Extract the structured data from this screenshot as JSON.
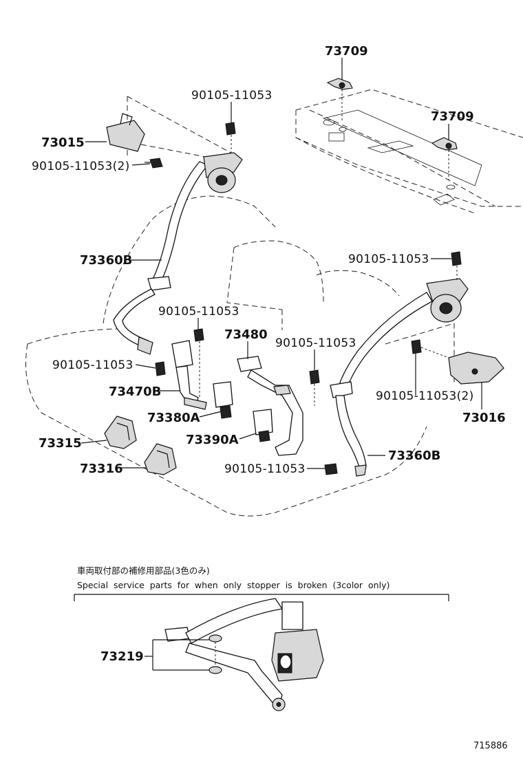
{
  "labels": {
    "p73709_top": "73709",
    "p73709_right": "73709",
    "p90105_top": "90105-11053",
    "p73015": "73015",
    "p90105_2_left": "90105-11053(2)",
    "p73360b_left": "73360B",
    "p90105_right_upper": "90105-11053",
    "p90105_mid_left": "90105-11053",
    "p73480": "73480",
    "p90105_mid_right": "90105-11053",
    "p90105_left_low": "90105-11053",
    "p73470b": "73470B",
    "p90105_2_right": "90105-11053(2)",
    "p73380a": "73380A",
    "p73016": "73016",
    "p73315": "73315",
    "p73390a": "73390A",
    "p73316": "73316",
    "p73360b_right": "73360B",
    "p90105_bottom": "90105-11053",
    "p73219": "73219"
  },
  "note": {
    "japanese": "車両取付部の補修用部品(3色のみ)",
    "english": "Special  service  parts  for  when  only  stopper  is  broken  (3color  only)"
  },
  "reference_number": "715886"
}
